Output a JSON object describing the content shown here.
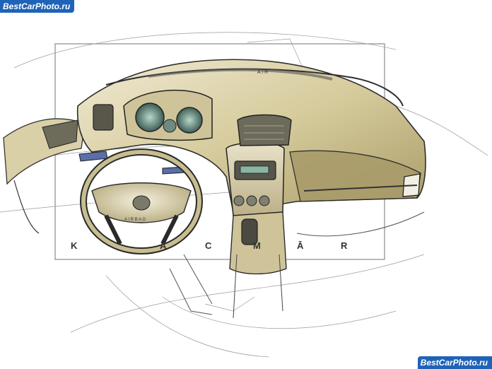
{
  "image": {
    "kind": "car interior design sketch",
    "colors": {
      "paper": "#ffffff",
      "line": "#3a3a3a",
      "fill_tan": "#d8cda0",
      "fill_khaki": "#b9ad7a",
      "fill_gray": "#bdbdbd",
      "accent_blue": "#5a6fa8",
      "accent_green": "#7fb0a0"
    }
  },
  "watermarks": {
    "top": "BestCarPhoto.ru",
    "bottom": "BestCarPhoto.ru"
  },
  "sketch_labels": {
    "frame_letters": [
      "K",
      "A",
      "C",
      "M",
      "Ā",
      "R"
    ],
    "airbag_wheel": "A I R B A G",
    "air_label": "A I R"
  }
}
